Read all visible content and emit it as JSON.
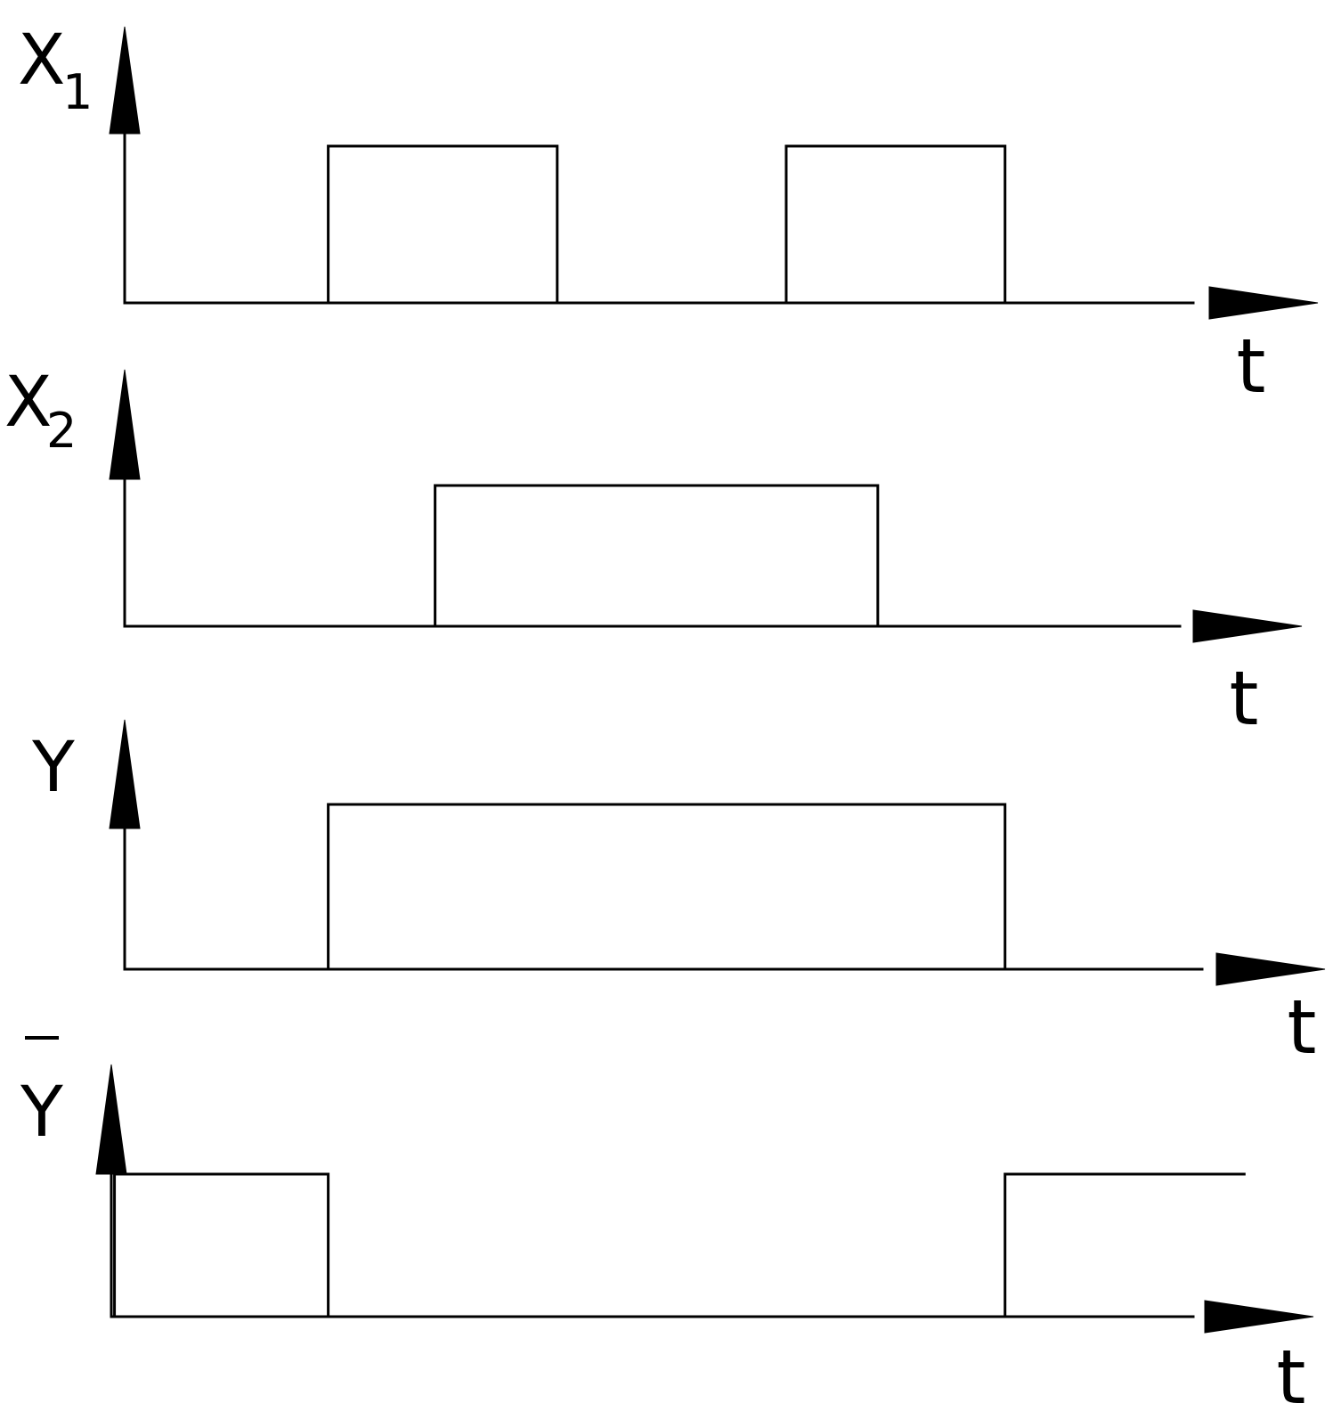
{
  "signals": [
    {
      "name": "X",
      "subscript": "1",
      "overbar": false,
      "time_label": "t",
      "transitions": [
        {
          "t": 0.0,
          "level": 0
        },
        {
          "t": 2.0,
          "level": 1
        },
        {
          "t": 4.25,
          "level": 0
        },
        {
          "t": 6.5,
          "level": 1
        },
        {
          "t": 8.65,
          "level": 0
        }
      ],
      "end_t": 11.7
    },
    {
      "name": "X",
      "subscript": "2",
      "overbar": false,
      "time_label": "t",
      "transitions": [
        {
          "t": 0.0,
          "level": 0
        },
        {
          "t": 3.05,
          "level": 1
        },
        {
          "t": 7.4,
          "level": 0
        }
      ],
      "end_t": 11.55
    },
    {
      "name": "Y",
      "subscript": "",
      "overbar": false,
      "time_label": "t",
      "transitions": [
        {
          "t": 0.0,
          "level": 0
        },
        {
          "t": 2.0,
          "level": 1
        },
        {
          "t": 8.65,
          "level": 0
        }
      ],
      "end_t": 11.75
    },
    {
      "name": "Y",
      "subscript": "",
      "overbar": true,
      "time_label": "t",
      "transitions": [
        {
          "t": -0.1,
          "level": 1
        },
        {
          "t": 2.0,
          "level": 0
        },
        {
          "t": 8.65,
          "level": 1
        }
      ],
      "end_t": 11.65,
      "high_end_t": 11.0
    }
  ]
}
